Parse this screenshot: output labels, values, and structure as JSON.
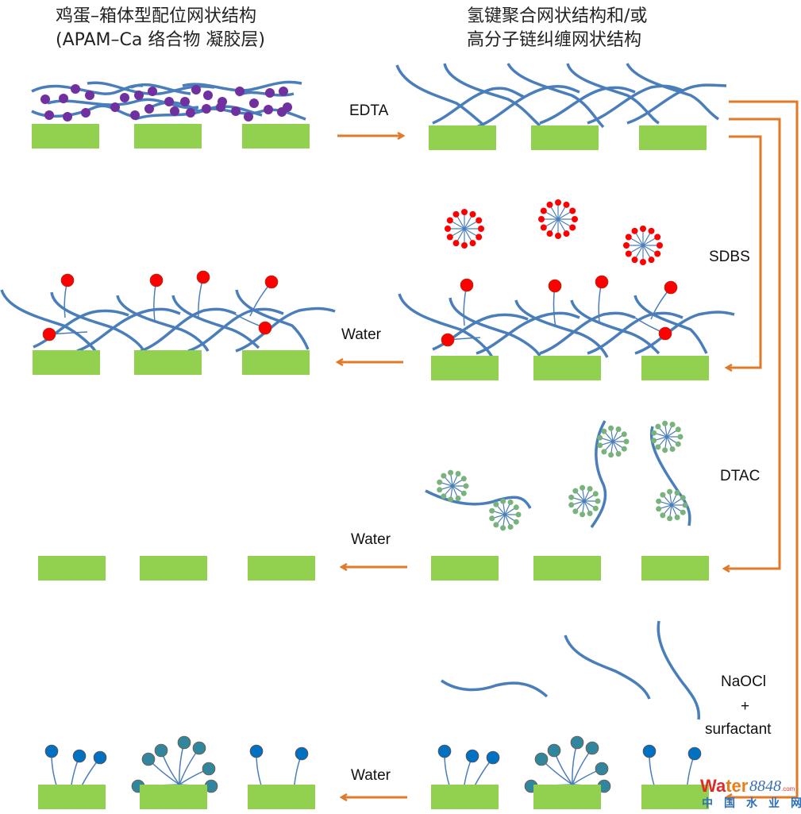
{
  "titles": {
    "left_line1": "鸡蛋–箱体型配位网状结构",
    "left_line2": "(APAM–Ca 络合物 凝胶层)",
    "right_line1": "氢键聚合网状结构和/或",
    "right_line2": "高分子链纠缠网状结构"
  },
  "steps": [
    {
      "reagent": "EDTA",
      "result_label": ""
    },
    {
      "reagent": "SDBS",
      "rinse": "Water"
    },
    {
      "reagent": "DTAC",
      "rinse": "Water"
    },
    {
      "reagent_line1": "NaOCl",
      "reagent_line2": "+",
      "reagent_line3": "surfactant",
      "rinse": "Water"
    }
  ],
  "colors": {
    "membrane": "#92d050",
    "polymer_chain": "#4a7ebb",
    "calcium_ion": "#7030a0",
    "anionic_surfactant": "#ff0000",
    "cationic_surfactant": "#77b37a",
    "residual_surfactant": "#0070c0",
    "residual_surfactant_alt": "#31859c",
    "arrow": "#e07a28"
  },
  "watermark": {
    "brand": "Water",
    "number": "8848",
    "suffix": ".com",
    "chinese": "中国水业网"
  }
}
